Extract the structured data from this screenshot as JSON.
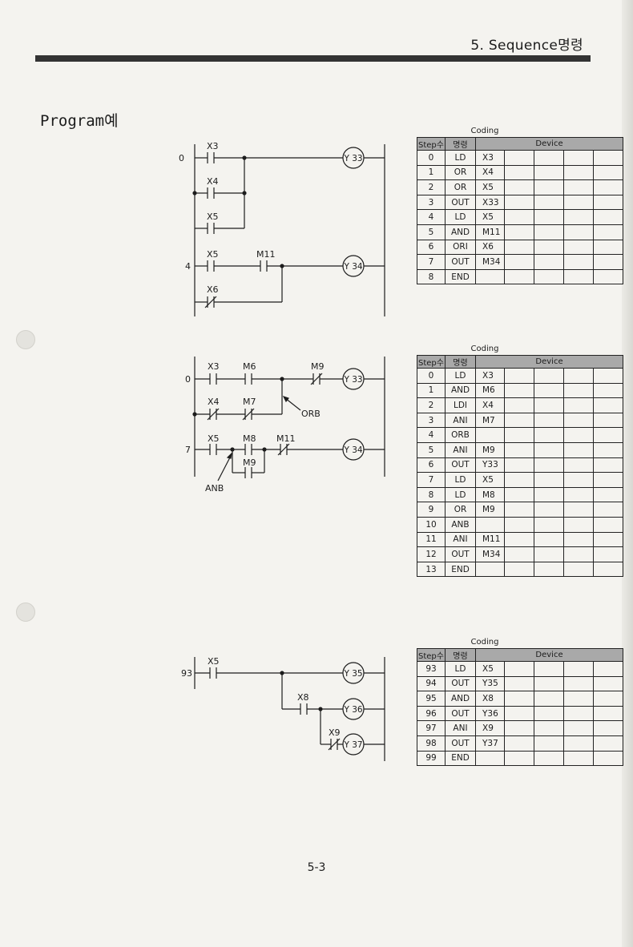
{
  "header": {
    "title": "5. Sequence명령"
  },
  "section_title": "Program예",
  "ladders": [
    {
      "rungs": [
        {
          "step": "0",
          "contacts": [
            {
              "label": "X3",
              "type": "NO"
            },
            {
              "label": "X4",
              "type": "NO"
            },
            {
              "label": "X5",
              "type": "NO"
            }
          ],
          "coil": "Y 33"
        },
        {
          "step": "4",
          "contacts": [
            {
              "label": "X5",
              "type": "NO"
            },
            {
              "label": "M11",
              "type": "NO"
            },
            {
              "label": "X6",
              "type": "NC"
            }
          ],
          "coil": "Y 34"
        }
      ]
    },
    {
      "rungs": [
        {
          "step": "0",
          "contacts": [
            {
              "label": "X3",
              "type": "NO"
            },
            {
              "label": "M6",
              "type": "NO"
            },
            {
              "label": "M9",
              "type": "NC"
            },
            {
              "label": "X4",
              "type": "NC"
            },
            {
              "label": "M7",
              "type": "NC"
            }
          ],
          "coil": "Y 33",
          "annotation": "ORB"
        },
        {
          "step": "7",
          "contacts": [
            {
              "label": "X5",
              "type": "NO"
            },
            {
              "label": "M8",
              "type": "NO"
            },
            {
              "label": "M11",
              "type": "NC"
            },
            {
              "label": "M9",
              "type": "NO"
            }
          ],
          "coil": "Y 34",
          "annotation": "ANB"
        }
      ]
    },
    {
      "rungs": [
        {
          "step": "93",
          "contacts": [
            {
              "label": "X5",
              "type": "NO"
            },
            {
              "label": "X8",
              "type": "NO"
            },
            {
              "label": "X9",
              "type": "NC"
            }
          ],
          "coils": [
            "Y 35",
            "Y 36",
            "Y 37"
          ]
        }
      ]
    }
  ],
  "tables": [
    {
      "label": "Coding",
      "headers": {
        "step": "Step수",
        "cmd": "명령",
        "device": "Device"
      },
      "rows": [
        {
          "step": "0",
          "cmd": "LD",
          "dev": "X3"
        },
        {
          "step": "1",
          "cmd": "OR",
          "dev": "X4"
        },
        {
          "step": "2",
          "cmd": "OR",
          "dev": "X5"
        },
        {
          "step": "3",
          "cmd": "OUT",
          "dev": "X33"
        },
        {
          "step": "4",
          "cmd": "LD",
          "dev": "X5"
        },
        {
          "step": "5",
          "cmd": "AND",
          "dev": "M11"
        },
        {
          "step": "6",
          "cmd": "ORI",
          "dev": "X6"
        },
        {
          "step": "7",
          "cmd": "OUT",
          "dev": "M34"
        },
        {
          "step": "8",
          "cmd": "END",
          "dev": ""
        }
      ]
    },
    {
      "label": "Coding",
      "headers": {
        "step": "Step수",
        "cmd": "명령",
        "device": "Device"
      },
      "rows": [
        {
          "step": "0",
          "cmd": "LD",
          "dev": "X3"
        },
        {
          "step": "1",
          "cmd": "AND",
          "dev": "M6"
        },
        {
          "step": "2",
          "cmd": "LDI",
          "dev": "X4"
        },
        {
          "step": "3",
          "cmd": "ANI",
          "dev": "M7"
        },
        {
          "step": "4",
          "cmd": "ORB",
          "dev": ""
        },
        {
          "step": "5",
          "cmd": "ANI",
          "dev": "M9"
        },
        {
          "step": "6",
          "cmd": "OUT",
          "dev": "Y33"
        },
        {
          "step": "7",
          "cmd": "LD",
          "dev": "X5"
        },
        {
          "step": "8",
          "cmd": "LD",
          "dev": "M8"
        },
        {
          "step": "9",
          "cmd": "OR",
          "dev": "M9"
        },
        {
          "step": "10",
          "cmd": "ANB",
          "dev": ""
        },
        {
          "step": "11",
          "cmd": "ANI",
          "dev": "M11"
        },
        {
          "step": "12",
          "cmd": "OUT",
          "dev": "M34"
        },
        {
          "step": "13",
          "cmd": "END",
          "dev": ""
        }
      ]
    },
    {
      "label": "Coding",
      "headers": {
        "step": "Step수",
        "cmd": "명령",
        "device": "Device"
      },
      "rows": [
        {
          "step": "93",
          "cmd": "LD",
          "dev": "X5"
        },
        {
          "step": "94",
          "cmd": "OUT",
          "dev": "Y35"
        },
        {
          "step": "95",
          "cmd": "AND",
          "dev": "X8"
        },
        {
          "step": "96",
          "cmd": "OUT",
          "dev": "Y36"
        },
        {
          "step": "97",
          "cmd": "ANI",
          "dev": "X9"
        },
        {
          "step": "98",
          "cmd": "OUT",
          "dev": "Y37"
        },
        {
          "step": "99",
          "cmd": "END",
          "dev": ""
        }
      ]
    }
  ],
  "page_number": "5-3"
}
